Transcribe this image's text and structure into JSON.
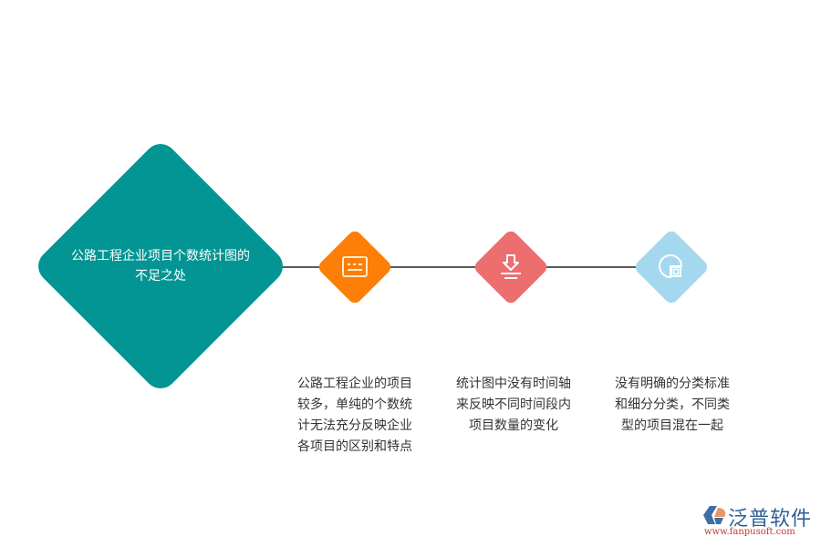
{
  "diagram": {
    "main_node": {
      "title_line1": "公路工程企业项目个数统计图的",
      "title_line2": "不足之处",
      "color": "#039593"
    },
    "connector_color": "#5a5a5a",
    "nodes": [
      {
        "icon": "card-icon",
        "color": "#fd7e09",
        "description_lines": [
          "公路工程企业的项目",
          "较多，单纯的个数统",
          "计无法充分反映企业",
          "各项目的区别和特点"
        ]
      },
      {
        "icon": "download-arrow-icon",
        "color": "#ec6e6f",
        "description_lines": [
          "统计图中没有时间轴",
          "来反映不同时间段内",
          "项目数量的变化"
        ]
      },
      {
        "icon": "pie-square-icon",
        "color": "#a4d8ee",
        "description_lines": [
          "没有明确的分类标准",
          "和细分分类，不同类",
          "型的项目混在一起"
        ]
      }
    ]
  },
  "logo": {
    "name": "泛普软件",
    "url": "www.fanpusoft.com"
  }
}
